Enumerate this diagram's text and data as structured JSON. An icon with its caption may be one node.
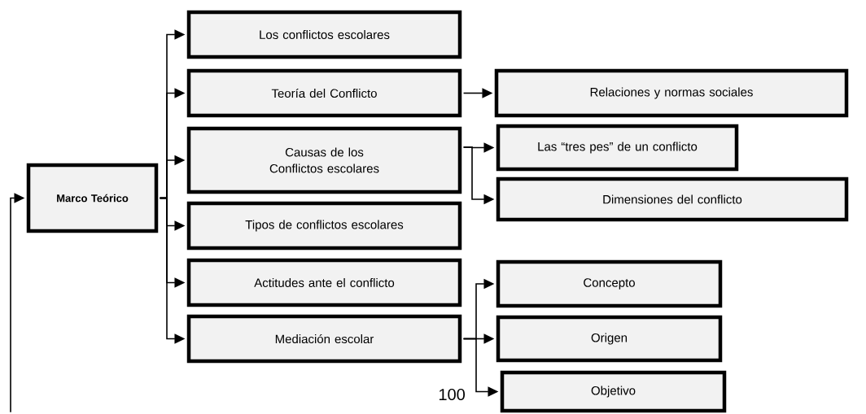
{
  "diagram": {
    "nodes": [
      {
        "text": [
          "Marco Teórico"
        ]
      },
      {
        "text": [
          "Los conflictos escolares"
        ]
      },
      {
        "text": [
          "Teoría del Conflicto"
        ]
      },
      {
        "text": [
          "Causas de los Conflictos escolares"
        ]
      },
      {
        "text": [
          "Tipos de conflictos escolares"
        ]
      },
      {
        "text": [
          "Actitudes ante el conflicto"
        ]
      },
      {
        "text": [
          "Mediación escolar"
        ]
      },
      {
        "text": [
          "Relaciones y normas sociales"
        ]
      },
      {
        "text": [
          "Las “tres pes” de un conflicto"
        ]
      },
      {
        "text": [
          "Dimensiones del conflicto"
        ]
      },
      {
        "text": [
          "Concepto"
        ]
      },
      {
        "text": [
          "Origen"
        ]
      },
      {
        "text": [
          "Objetivo"
        ]
      }
    ],
    "edges": [
      {
        "from": 0,
        "to": 1,
        "arrow": "to"
      },
      {
        "from": 0,
        "to": 2,
        "arrow": "to"
      },
      {
        "from": 0,
        "to": 3,
        "arrow": "to"
      },
      {
        "from": 0,
        "to": 4,
        "arrow": "to"
      },
      {
        "from": 0,
        "to": 5,
        "arrow": "to"
      },
      {
        "from": 0,
        "to": 6,
        "arrow": "to"
      },
      {
        "from": 2,
        "to": 7,
        "arrow": "to"
      },
      {
        "from": 3,
        "to": 8,
        "arrow": "to"
      },
      {
        "from": 3,
        "to": 9,
        "arrow": "to"
      },
      {
        "from": 6,
        "to": 10,
        "arrow": "to"
      },
      {
        "from": 6,
        "to": 11,
        "arrow": "to"
      },
      {
        "from": 6,
        "to": 12,
        "arrow": "to"
      },
      {
        "from": null,
        "to": 0,
        "arrow": "to"
      }
    ],
    "labels": [
      "100"
    ]
  }
}
